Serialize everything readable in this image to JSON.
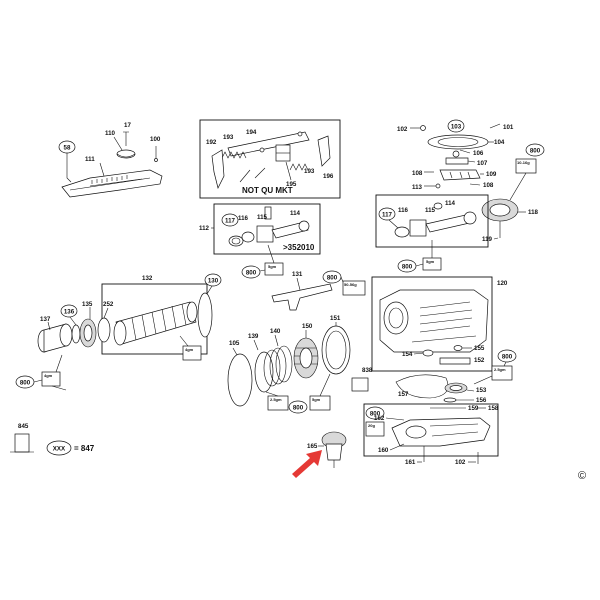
{
  "labels": {
    "l58": "58",
    "l110": "110",
    "l17": "17",
    "l100": "100",
    "l111": "111",
    "l192": "192",
    "l193a": "193",
    "l194": "194",
    "l195": "195",
    "l193b": "193",
    "l196": "196",
    "l102a": "102",
    "l103": "103",
    "l101": "101",
    "l104": "104",
    "l106": "106",
    "l107": "107",
    "l108": "108",
    "l109": "109",
    "l113": "113",
    "l108b": "108",
    "l800a": "800",
    "l118": "118",
    "l119": "119",
    "l112": "112",
    "l117a": "117",
    "l116a": "116",
    "l115a": "115",
    "l114a": "114",
    "l117b": "117",
    "l116b": "116",
    "l115b": "115",
    "l114b": "114",
    "l800b": "800",
    "l800c": "800",
    "l800d": "800",
    "l131": "131",
    "l800e": "800",
    "l132": "132",
    "l130": "130",
    "l137": "137",
    "l136": "136",
    "l135": "135",
    "l252": "252",
    "l800f": "800",
    "l120": "120",
    "l155": "155",
    "l152": "152",
    "l154": "154",
    "l838": "838",
    "l800g": "800",
    "l153": "153",
    "l157": "157",
    "l156": "156",
    "l105": "105",
    "l139": "139",
    "l140": "140",
    "l150": "150",
    "l151": "151",
    "l800h": "800",
    "l845": "845",
    "l800i": "800",
    "l162": "162",
    "l159": "159",
    "l158": "158",
    "l165": "165",
    "l160": "160",
    "l161": "161",
    "l102b": "102"
  },
  "notes": {
    "not_qu_mkt": "NOT QU MKT",
    "suffix_352010": ">352010",
    "xxx": "XXX",
    "eq847": "= 847",
    "copyright": "©"
  },
  "grease": {
    "g1": "5gm",
    "g2": "5gm",
    "g3": "10-16g",
    "g4": "50-56g",
    "g5": "4gm",
    "g6": "4gm",
    "g7": "2.5gm",
    "g8": "5gm",
    "g9": "2.5gm",
    "g10": "20g"
  },
  "colors": {
    "arrow": "#e53935",
    "ink": "#111111",
    "paper": "#ffffff"
  }
}
